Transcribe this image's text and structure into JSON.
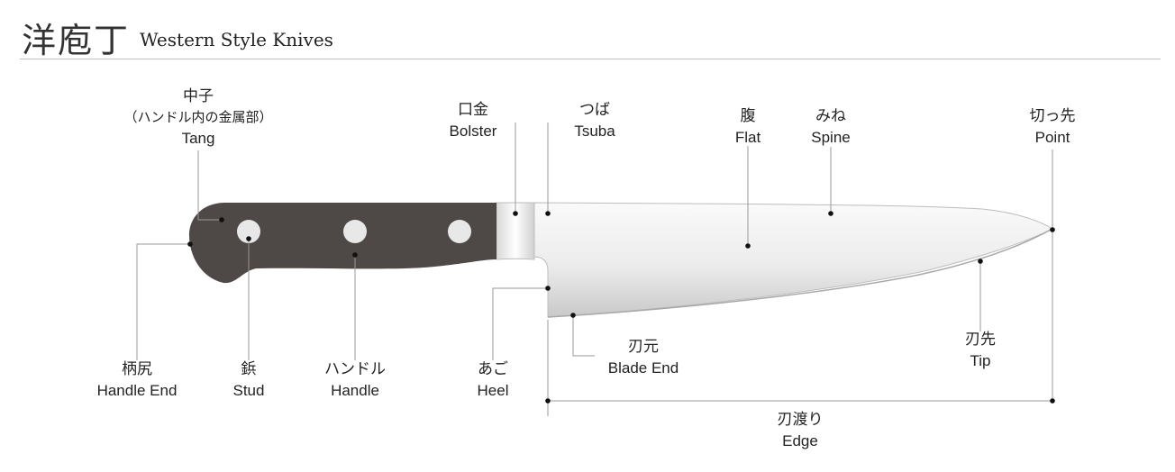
{
  "header": {
    "title_jp": "洋庖丁",
    "title_en": "Western Style Knives"
  },
  "labels": {
    "tang": {
      "jp": "中子",
      "sub": "（ハンドル内の金属部）",
      "en": "Tang"
    },
    "bolster": {
      "jp": "口金",
      "en": "Bolster"
    },
    "tsuba": {
      "jp": "つば",
      "en": "Tsuba"
    },
    "flat": {
      "jp": "腹",
      "en": "Flat"
    },
    "spine": {
      "jp": "みね",
      "en": "Spine"
    },
    "point": {
      "jp": "切っ先",
      "en": "Point"
    },
    "handle_end": {
      "jp": "柄尻",
      "en": "Handle End"
    },
    "stud": {
      "jp": "鋲",
      "en": "Stud"
    },
    "handle": {
      "jp": "ハンドル",
      "en": "Handle"
    },
    "heel": {
      "jp": "あご",
      "en": "Heel"
    },
    "blade_end": {
      "jp": "刃元",
      "en": "Blade End"
    },
    "tip": {
      "jp": "刃先",
      "en": "Tip"
    },
    "edge": {
      "jp": "刃渡り",
      "en": "Edge"
    }
  },
  "colors": {
    "handle": "#4e4847",
    "blade_light": "#f2f2f2",
    "blade_dark": "#cfcfcf",
    "stud": "#e8e8e8",
    "leader": "#999999",
    "dot": "#111111"
  }
}
